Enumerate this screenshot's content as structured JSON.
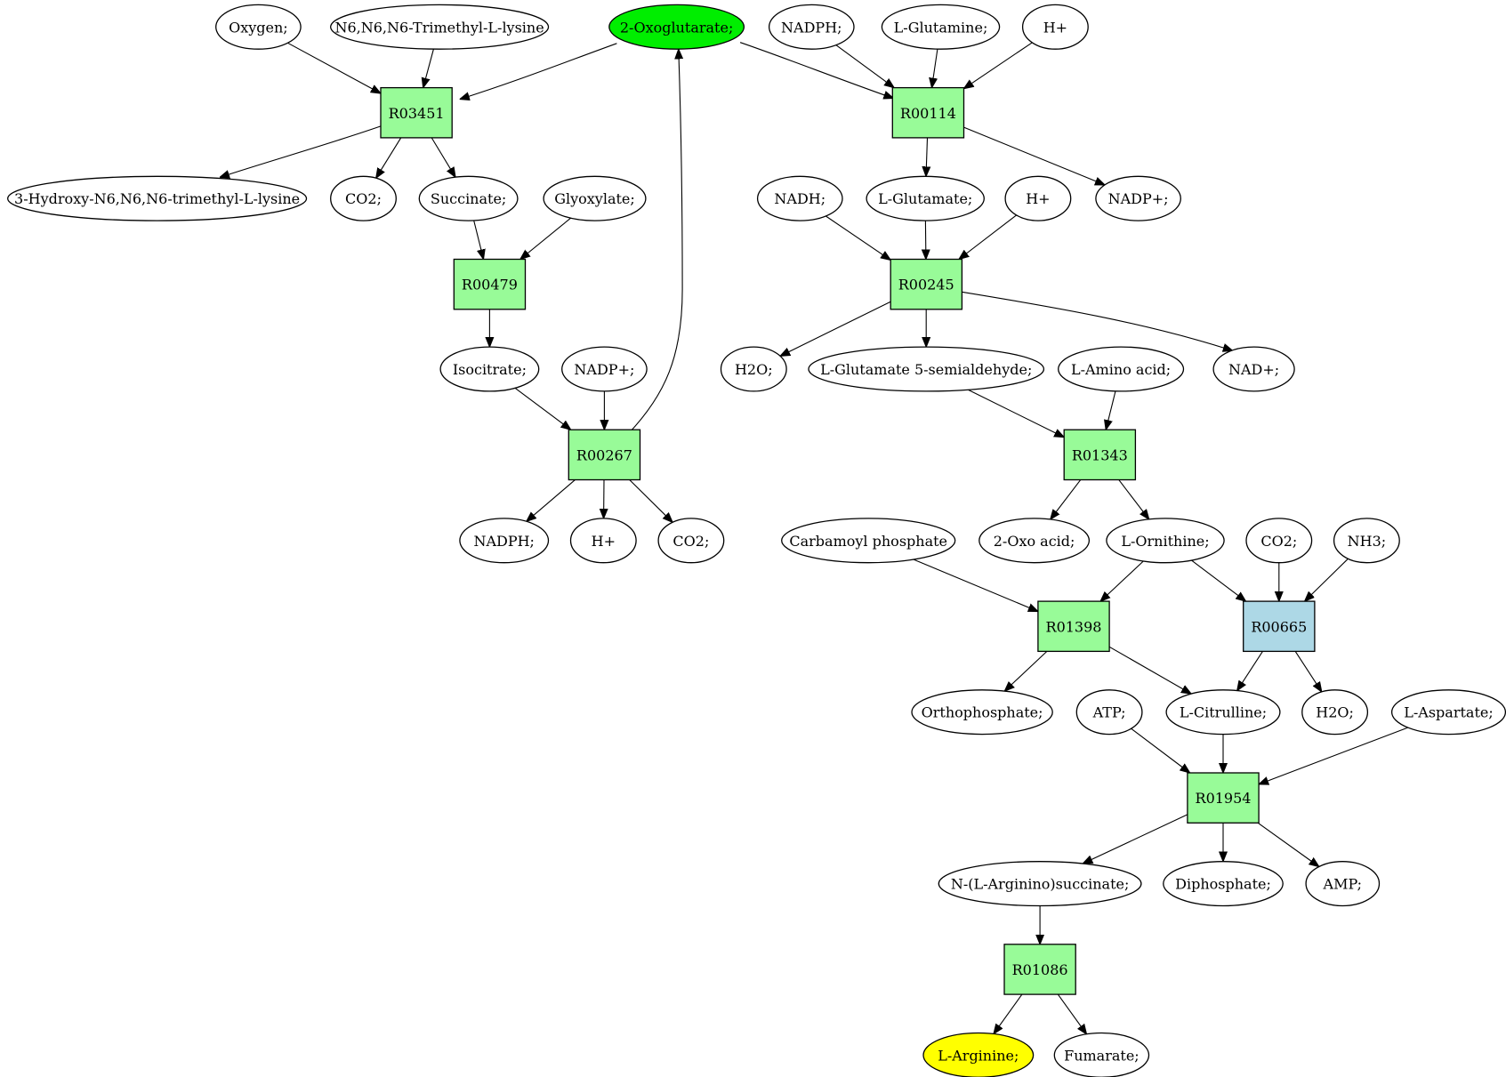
{
  "colors": {
    "reaction": "#98fb98",
    "reaction_alt": "#add8e6",
    "compound": "#ffffff",
    "source": "#00ee00",
    "target": "#ffff00"
  },
  "nodes": [
    {
      "id": "oxygen",
      "label": "Oxygen;",
      "shape": "ellipse",
      "fill": "compound"
    },
    {
      "id": "trimethyllysine",
      "label": "N6,N6,N6-Trimethyl-L-lysine",
      "shape": "ellipse",
      "fill": "compound"
    },
    {
      "id": "oxoglutarate",
      "label": "2-Oxoglutarate;",
      "shape": "ellipse",
      "fill": "source"
    },
    {
      "id": "nadph_top",
      "label": "NADPH;",
      "shape": "ellipse",
      "fill": "compound"
    },
    {
      "id": "glutamine",
      "label": "L-Glutamine;",
      "shape": "ellipse",
      "fill": "compound"
    },
    {
      "id": "hplus_top",
      "label": "H+",
      "shape": "ellipse",
      "fill": "compound"
    },
    {
      "id": "R03451",
      "label": "R03451",
      "shape": "box",
      "fill": "reaction"
    },
    {
      "id": "R00114",
      "label": "R00114",
      "shape": "box",
      "fill": "reaction"
    },
    {
      "id": "hydroxytrimethyllysine",
      "label": "3-Hydroxy-N6,N6,N6-trimethyl-L-lysine",
      "shape": "ellipse",
      "fill": "compound"
    },
    {
      "id": "co2_1",
      "label": "CO2;",
      "shape": "ellipse",
      "fill": "compound"
    },
    {
      "id": "succinate",
      "label": "Succinate;",
      "shape": "ellipse",
      "fill": "compound"
    },
    {
      "id": "glyoxylate",
      "label": "Glyoxylate;",
      "shape": "ellipse",
      "fill": "compound"
    },
    {
      "id": "nadh",
      "label": "NADH;",
      "shape": "ellipse",
      "fill": "compound"
    },
    {
      "id": "glutamate",
      "label": "L-Glutamate;",
      "shape": "ellipse",
      "fill": "compound"
    },
    {
      "id": "hplus_2",
      "label": "H+",
      "shape": "ellipse",
      "fill": "compound"
    },
    {
      "id": "nadpplus_right",
      "label": "NADP+;",
      "shape": "ellipse",
      "fill": "compound"
    },
    {
      "id": "R00479",
      "label": "R00479",
      "shape": "box",
      "fill": "reaction"
    },
    {
      "id": "R00245",
      "label": "R00245",
      "shape": "box",
      "fill": "reaction"
    },
    {
      "id": "isocitrate",
      "label": "Isocitrate;",
      "shape": "ellipse",
      "fill": "compound"
    },
    {
      "id": "nadpplus_left",
      "label": "NADP+;",
      "shape": "ellipse",
      "fill": "compound"
    },
    {
      "id": "h2o_1",
      "label": "H2O;",
      "shape": "ellipse",
      "fill": "compound"
    },
    {
      "id": "glutamate_semialdehyde",
      "label": "L-Glutamate 5-semialdehyde;",
      "shape": "ellipse",
      "fill": "compound"
    },
    {
      "id": "amino_acid",
      "label": "L-Amino acid;",
      "shape": "ellipse",
      "fill": "compound"
    },
    {
      "id": "nadplus",
      "label": "NAD+;",
      "shape": "ellipse",
      "fill": "compound"
    },
    {
      "id": "R00267",
      "label": "R00267",
      "shape": "box",
      "fill": "reaction"
    },
    {
      "id": "R01343",
      "label": "R01343",
      "shape": "box",
      "fill": "reaction"
    },
    {
      "id": "nadph_bottom",
      "label": "NADPH;",
      "shape": "ellipse",
      "fill": "compound"
    },
    {
      "id": "hplus_3",
      "label": "H+",
      "shape": "ellipse",
      "fill": "compound"
    },
    {
      "id": "co2_2",
      "label": "CO2;",
      "shape": "ellipse",
      "fill": "compound"
    },
    {
      "id": "carbamoyl_phosphate",
      "label": "Carbamoyl phosphate",
      "shape": "ellipse",
      "fill": "compound"
    },
    {
      "id": "oxo_acid",
      "label": "2-Oxo acid;",
      "shape": "ellipse",
      "fill": "compound"
    },
    {
      "id": "ornithine",
      "label": "L-Ornithine;",
      "shape": "ellipse",
      "fill": "compound"
    },
    {
      "id": "co2_3",
      "label": "CO2;",
      "shape": "ellipse",
      "fill": "compound"
    },
    {
      "id": "nh3",
      "label": "NH3;",
      "shape": "ellipse",
      "fill": "compound"
    },
    {
      "id": "R01398",
      "label": "R01398",
      "shape": "box",
      "fill": "reaction"
    },
    {
      "id": "R00665",
      "label": "R00665",
      "shape": "box",
      "fill": "reaction_alt"
    },
    {
      "id": "orthophosphate",
      "label": "Orthophosphate;",
      "shape": "ellipse",
      "fill": "compound"
    },
    {
      "id": "atp",
      "label": "ATP;",
      "shape": "ellipse",
      "fill": "compound"
    },
    {
      "id": "citrulline",
      "label": "L-Citrulline;",
      "shape": "ellipse",
      "fill": "compound"
    },
    {
      "id": "h2o_2",
      "label": "H2O;",
      "shape": "ellipse",
      "fill": "compound"
    },
    {
      "id": "aspartate",
      "label": "L-Aspartate;",
      "shape": "ellipse",
      "fill": "compound"
    },
    {
      "id": "R01954",
      "label": "R01954",
      "shape": "box",
      "fill": "reaction"
    },
    {
      "id": "argininosuccinate",
      "label": "N-(L-Arginino)succinate;",
      "shape": "ellipse",
      "fill": "compound"
    },
    {
      "id": "diphosphate",
      "label": "Diphosphate;",
      "shape": "ellipse",
      "fill": "compound"
    },
    {
      "id": "amp",
      "label": "AMP;",
      "shape": "ellipse",
      "fill": "compound"
    },
    {
      "id": "R01086",
      "label": "R01086",
      "shape": "box",
      "fill": "reaction"
    },
    {
      "id": "arginine",
      "label": "L-Arginine;",
      "shape": "ellipse",
      "fill": "target"
    },
    {
      "id": "fumarate",
      "label": "Fumarate;",
      "shape": "ellipse",
      "fill": "compound"
    }
  ],
  "edges": [
    {
      "from": "oxygen",
      "to": "R03451"
    },
    {
      "from": "trimethyllysine",
      "to": "R03451"
    },
    {
      "from": "oxoglutarate",
      "to": "R03451"
    },
    {
      "from": "R03451",
      "to": "hydroxytrimethyllysine"
    },
    {
      "from": "R03451",
      "to": "co2_1"
    },
    {
      "from": "R03451",
      "to": "succinate"
    },
    {
      "from": "succinate",
      "to": "R00479"
    },
    {
      "from": "glyoxylate",
      "to": "R00479"
    },
    {
      "from": "R00479",
      "to": "isocitrate"
    },
    {
      "from": "isocitrate",
      "to": "R00267"
    },
    {
      "from": "nadpplus_left",
      "to": "R00267"
    },
    {
      "from": "R00267",
      "to": "nadph_bottom"
    },
    {
      "from": "R00267",
      "to": "hplus_3"
    },
    {
      "from": "R00267",
      "to": "co2_2"
    },
    {
      "from": "R00267",
      "to": "oxoglutarate"
    },
    {
      "from": "oxoglutarate",
      "to": "R00114"
    },
    {
      "from": "nadph_top",
      "to": "R00114"
    },
    {
      "from": "glutamine",
      "to": "R00114"
    },
    {
      "from": "hplus_top",
      "to": "R00114"
    },
    {
      "from": "R00114",
      "to": "glutamate"
    },
    {
      "from": "R00114",
      "to": "nadpplus_right"
    },
    {
      "from": "nadh",
      "to": "R00245"
    },
    {
      "from": "glutamate",
      "to": "R00245"
    },
    {
      "from": "hplus_2",
      "to": "R00245"
    },
    {
      "from": "R00245",
      "to": "h2o_1"
    },
    {
      "from": "R00245",
      "to": "glutamate_semialdehyde"
    },
    {
      "from": "R00245",
      "to": "nadplus"
    },
    {
      "from": "glutamate_semialdehyde",
      "to": "R01343"
    },
    {
      "from": "amino_acid",
      "to": "R01343"
    },
    {
      "from": "R01343",
      "to": "oxo_acid"
    },
    {
      "from": "R01343",
      "to": "ornithine"
    },
    {
      "from": "carbamoyl_phosphate",
      "to": "R01398"
    },
    {
      "from": "ornithine",
      "to": "R01398"
    },
    {
      "from": "ornithine",
      "to": "R00665"
    },
    {
      "from": "co2_3",
      "to": "R00665"
    },
    {
      "from": "nh3",
      "to": "R00665"
    },
    {
      "from": "R01398",
      "to": "orthophosphate"
    },
    {
      "from": "R01398",
      "to": "citrulline"
    },
    {
      "from": "R00665",
      "to": "citrulline"
    },
    {
      "from": "R00665",
      "to": "h2o_2"
    },
    {
      "from": "atp",
      "to": "R01954"
    },
    {
      "from": "citrulline",
      "to": "R01954"
    },
    {
      "from": "aspartate",
      "to": "R01954"
    },
    {
      "from": "R01954",
      "to": "argininosuccinate"
    },
    {
      "from": "R01954",
      "to": "diphosphate"
    },
    {
      "from": "R01954",
      "to": "amp"
    },
    {
      "from": "argininosuccinate",
      "to": "R01086"
    },
    {
      "from": "R01086",
      "to": "arginine"
    },
    {
      "from": "R01086",
      "to": "fumarate"
    }
  ]
}
